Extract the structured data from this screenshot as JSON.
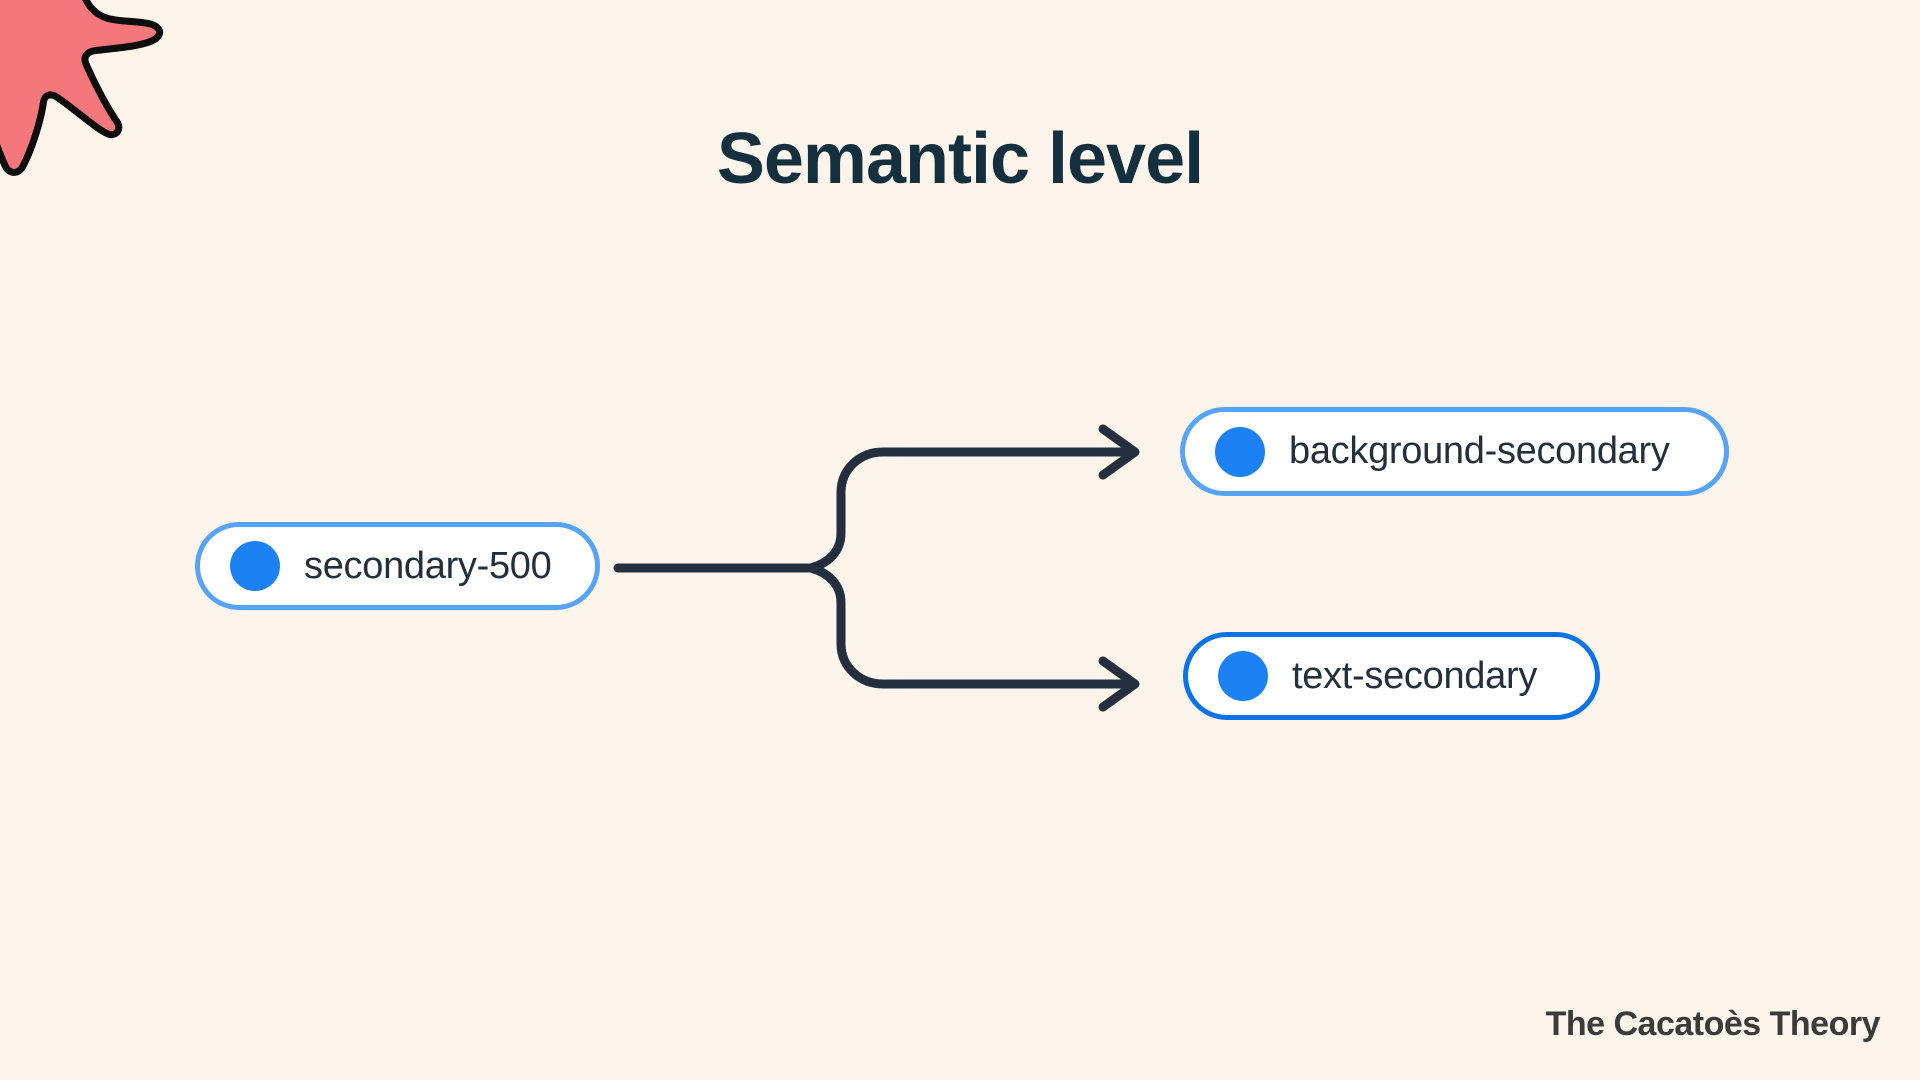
{
  "title": "Semantic level",
  "footer": {
    "brand": "The Cacatoès Theory"
  },
  "diagram": {
    "source_node": {
      "label": "secondary-500",
      "dot_icon": "blue-color-dot"
    },
    "target_nodes": [
      {
        "label": "background-secondary",
        "dot_icon": "blue-color-dot"
      },
      {
        "label": "text-secondary",
        "dot_icon": "blue-color-dot"
      }
    ],
    "connector_style": "forked-arrows-left-to-right"
  },
  "icons": {
    "starburst": "coral-starburst-decoration",
    "dot": "blue-color-dot"
  },
  "colors": {
    "background": "#FDF5EC",
    "title_text": "#14303E",
    "node_text": "#242F3C",
    "node_background": "#FFFFFF",
    "node_border_light": "#57A3F7",
    "node_border_strong": "#0C72E8",
    "dot_blue": "#1C82F4",
    "connector": "#232F3E",
    "star_fill": "#F3777B",
    "star_outline": "#0D0D0D",
    "footer_text": "#3B3B39"
  }
}
